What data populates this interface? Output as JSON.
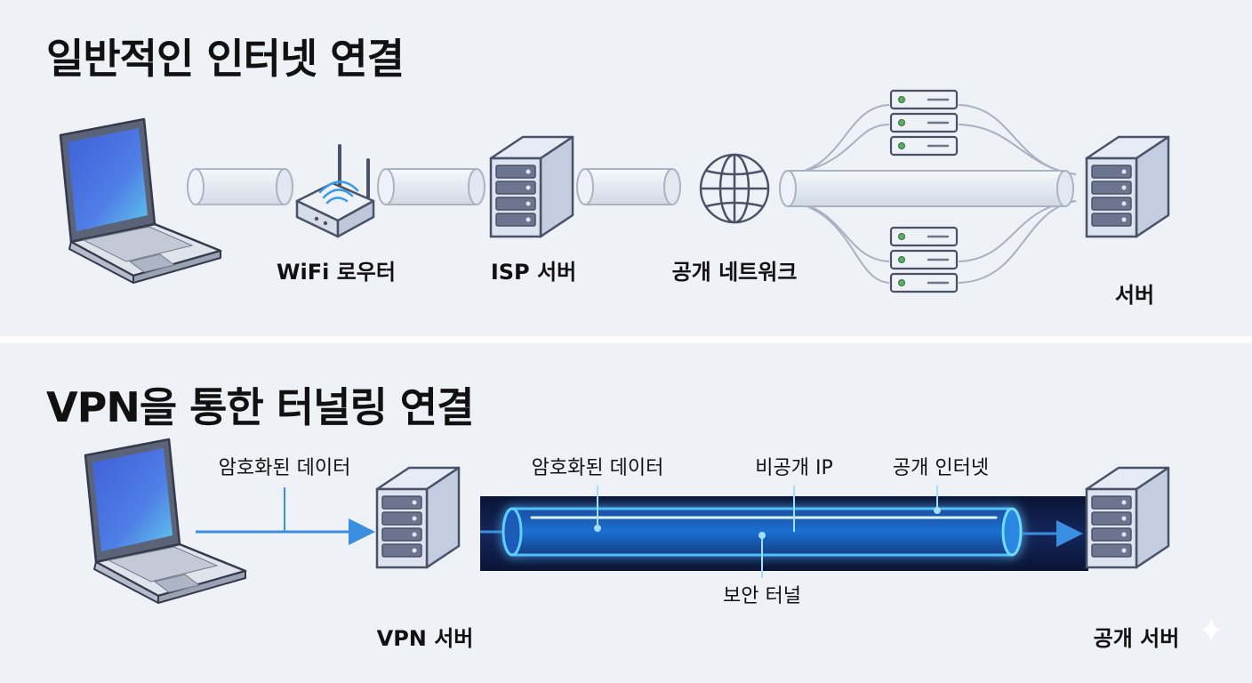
{
  "sections": {
    "normal": {
      "title": "일반적인 인터넷 연결",
      "labels": {
        "router": "WiFi 로우터",
        "isp": "ISP 서버",
        "public_net": "공개 네트워크",
        "server": "서버"
      }
    },
    "vpn": {
      "title": "VPN을 통한 터널링 연결",
      "labels": {
        "encrypted_left": "암호화된 데이터",
        "encrypted_tunnel": "암호화된 데이터",
        "private_ip": "비공개 IP",
        "public_internet": "공개 인터넷",
        "secure_tunnel": "보안 터널",
        "vpn_server": "VPN 서버",
        "public_server": "공개 서버"
      }
    }
  },
  "icons": [
    "laptop-icon",
    "router-icon",
    "server-icon",
    "globe-icon",
    "rack-server-icon",
    "tunnel-icon"
  ],
  "colors": {
    "background": "#eef1f5",
    "tunnel_dark": "#0b1838",
    "tunnel_glow": "#2fa8ff",
    "arrow": "#3b8fe0",
    "server_face": "#c9d2e6",
    "screen": "#4a6fe0"
  }
}
